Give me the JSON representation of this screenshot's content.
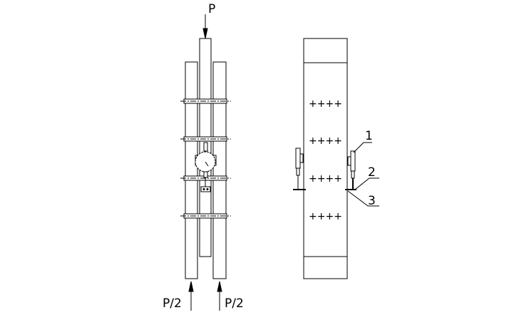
{
  "labels": {
    "load_top": "P",
    "load_left": "P/2",
    "load_right": "P/2",
    "marks": [
      "++++",
      "++++",
      "++++",
      "++++"
    ],
    "callout_1": "1",
    "callout_2": "2",
    "callout_3": "3"
  }
}
